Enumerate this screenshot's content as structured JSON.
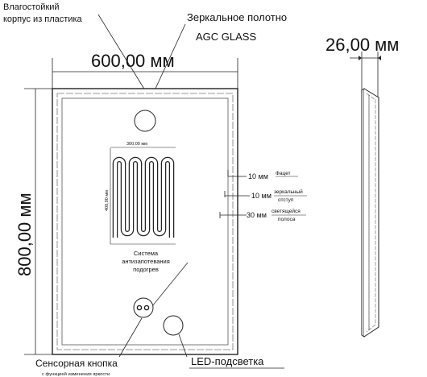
{
  "labels": {
    "housing_line1": "Влагостойкий",
    "housing_line2": "корпус из пластика",
    "mirror_sheet": "Зеркальное  полотно",
    "glass_type": "AGC GLASS",
    "width": "600,00 мм",
    "height": "800,00 мм",
    "depth": "26,00 мм",
    "heater_width": "300,00 мм",
    "heater_height": "400,00 мм",
    "antifog_line1": "Система",
    "antifog_line2": "антизапотевания",
    "antifog_line3": "подогрев",
    "facet_value": "10 мм",
    "facet_label": "Фацет",
    "indent_value": "10 мм",
    "indent_label_1": "зеркальный",
    "indent_label_2": "отступ",
    "strip_value": "30 мм",
    "strip_label_1": "светящейся",
    "strip_label_2": "полоса",
    "touch_button": "Сенсорная кнопка",
    "touch_button_note": "с функцией изменения яркости",
    "led_backlight": "LED-подсветка"
  }
}
